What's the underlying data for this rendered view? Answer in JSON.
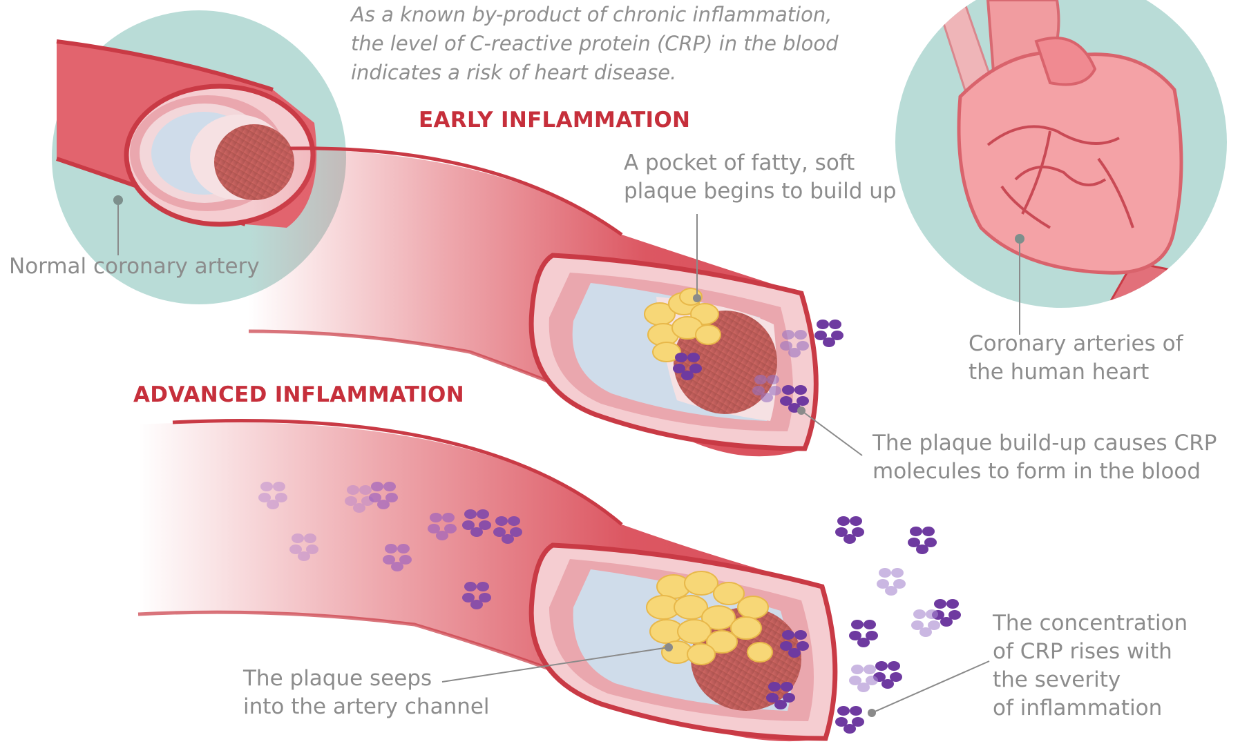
{
  "intro": {
    "lines": [
      "As a known by-product of chronic inflammation,",
      "the level of C-reactive protein (CRP) in the blood",
      "indicates a risk of heart disease."
    ]
  },
  "headings": {
    "early": "EARLY INFLAMMATION",
    "advanced": "ADVANCED INFLAMMATION"
  },
  "labels": {
    "normal_artery": "Normal coronary artery",
    "pocket": [
      "A pocket of fatty, soft",
      "plaque begins to build up"
    ],
    "coronary": [
      "Coronary arteries of",
      "the human heart"
    ],
    "crp_form": [
      "The plaque build-up causes CRP",
      "molecules to form in the blood"
    ],
    "seeps": [
      "The plaque seeps",
      "into the artery channel"
    ],
    "concentration": [
      "The concentration",
      "of CRP rises with",
      "the severity",
      "of inflammation"
    ]
  },
  "colors": {
    "artery_red": "#e0606a",
    "artery_outline": "#c93a45",
    "artery_light": "#f4c4c8",
    "lumen_blue": "#cfdcea",
    "plaque_yellow": "#f7d777",
    "crp_purple": "#6e3aa0",
    "circle_bg": "#b9dcd7",
    "heading_red": "#c62f3b",
    "text_gray": "#8c8c8c"
  }
}
